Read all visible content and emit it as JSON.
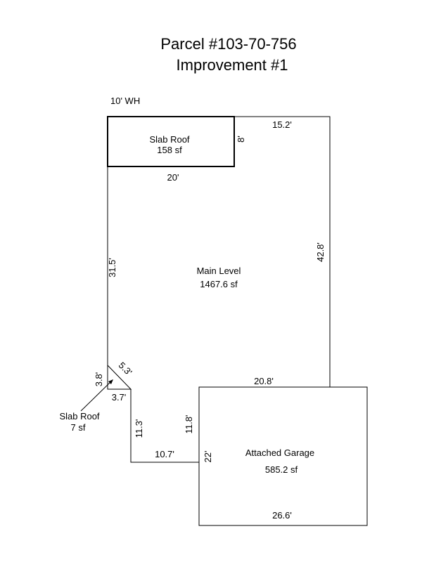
{
  "title": {
    "line1": "Parcel #103-70-756",
    "line2": "Improvement #1"
  },
  "notes": {
    "wh": "10' WH"
  },
  "areas": {
    "slab_roof_top": {
      "name": "Slab Roof",
      "area": "158 sf"
    },
    "main_level": {
      "name": "Main Level",
      "area": "1467.6 sf"
    },
    "attached_garage": {
      "name": "Attached Garage",
      "area": "585.2 sf"
    },
    "slab_roof_small": {
      "name": "Slab Roof",
      "area": "7 sf"
    }
  },
  "dimensions": {
    "top_right": "15.2'",
    "slab_depth": "8'",
    "slab_width": "20'",
    "left_side": "31.5'",
    "right_side": "42.8'",
    "garage_top": "20.8'",
    "small_diag": "5.3'",
    "small_left": "3.8'",
    "small_bottom": "3.7'",
    "step_vertical": "11.3'",
    "garage_left_upper": "11.8'",
    "step_bottom": "10.7'",
    "garage_left": "22'",
    "garage_bottom": "26.6'"
  }
}
